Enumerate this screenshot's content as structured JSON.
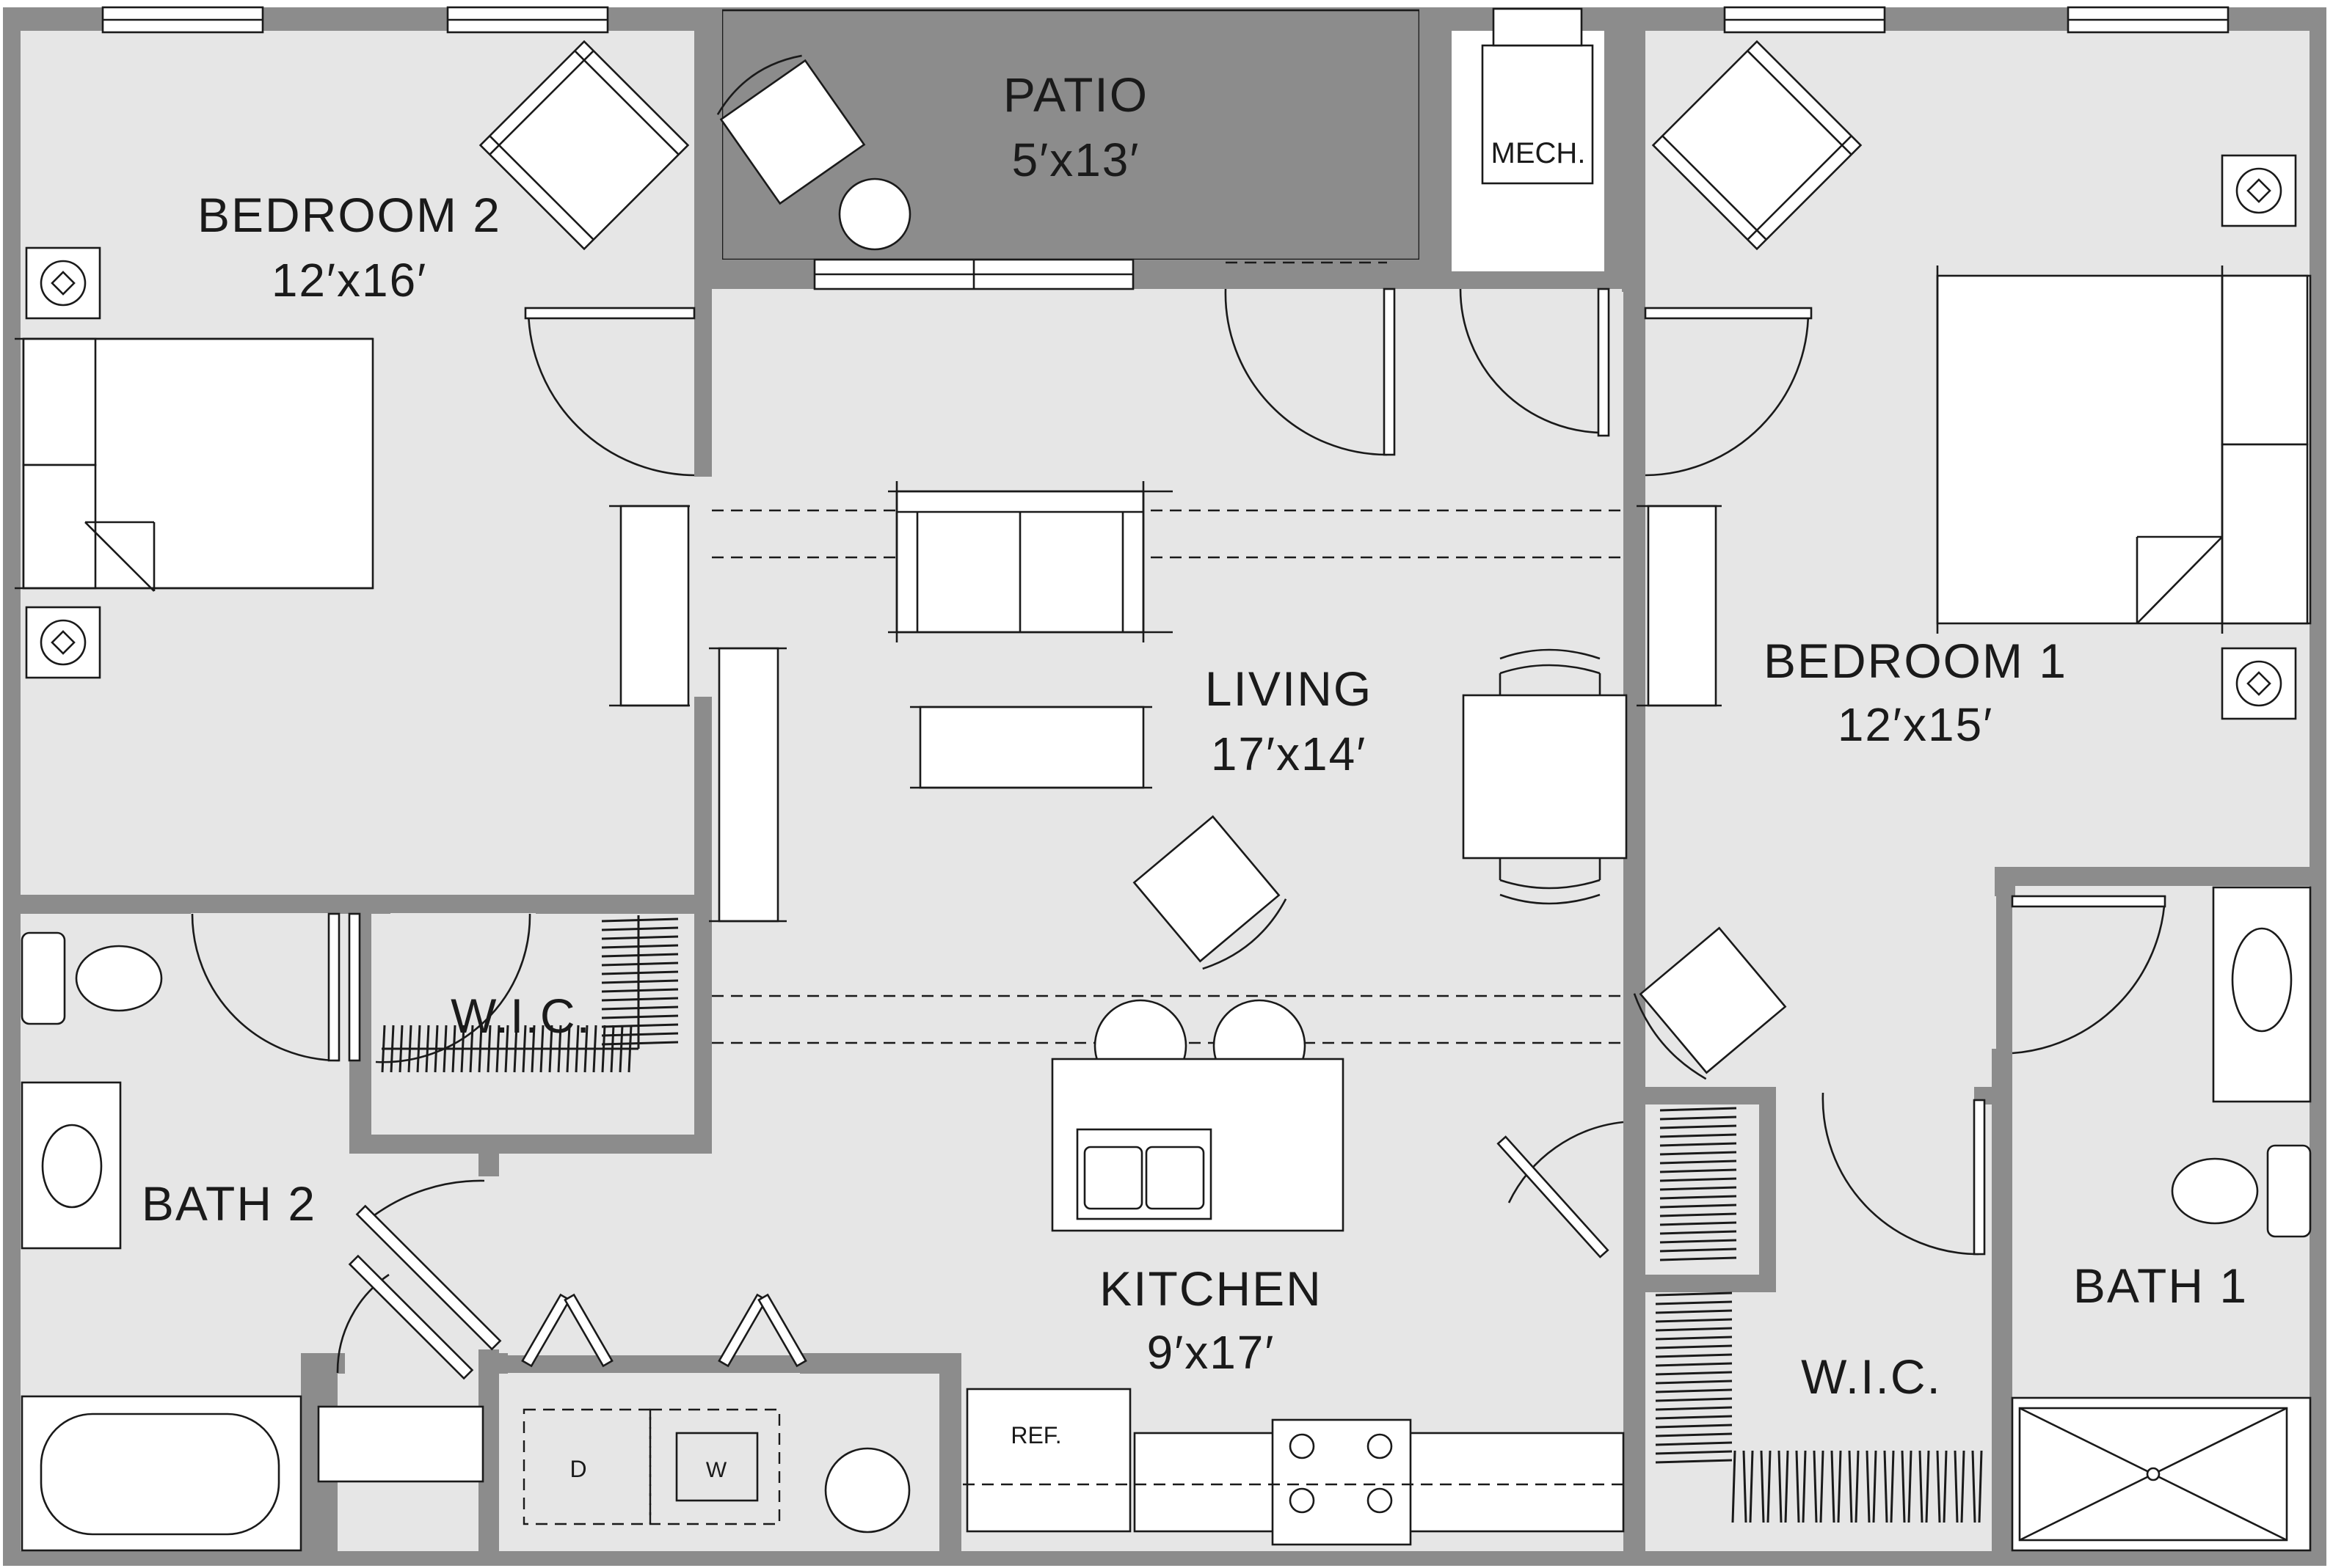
{
  "rooms": {
    "patio": {
      "name": "PATIO",
      "dim": "5′x13′"
    },
    "bedroom2": {
      "name": "BEDROOM 2",
      "dim": "12′x16′"
    },
    "bedroom1": {
      "name": "BEDROOM 1",
      "dim": "12′x15′"
    },
    "living": {
      "name": "LIVING",
      "dim": "17′x14′"
    },
    "kitchen": {
      "name": "KITCHEN",
      "dim": "9′x17′"
    },
    "bath2": {
      "name": "BATH 2"
    },
    "bath1": {
      "name": "BATH 1"
    },
    "wic_left": {
      "name": "W.I.C."
    },
    "wic_right": {
      "name": "W.I.C."
    },
    "mech": {
      "name": "MECH."
    }
  },
  "appliances": {
    "ref": "REF.",
    "dryer": "D",
    "washer": "W"
  },
  "colors": {
    "wall": "#8c8c8c",
    "floor": "#e6e6e6",
    "line": "#1a1a1a"
  }
}
